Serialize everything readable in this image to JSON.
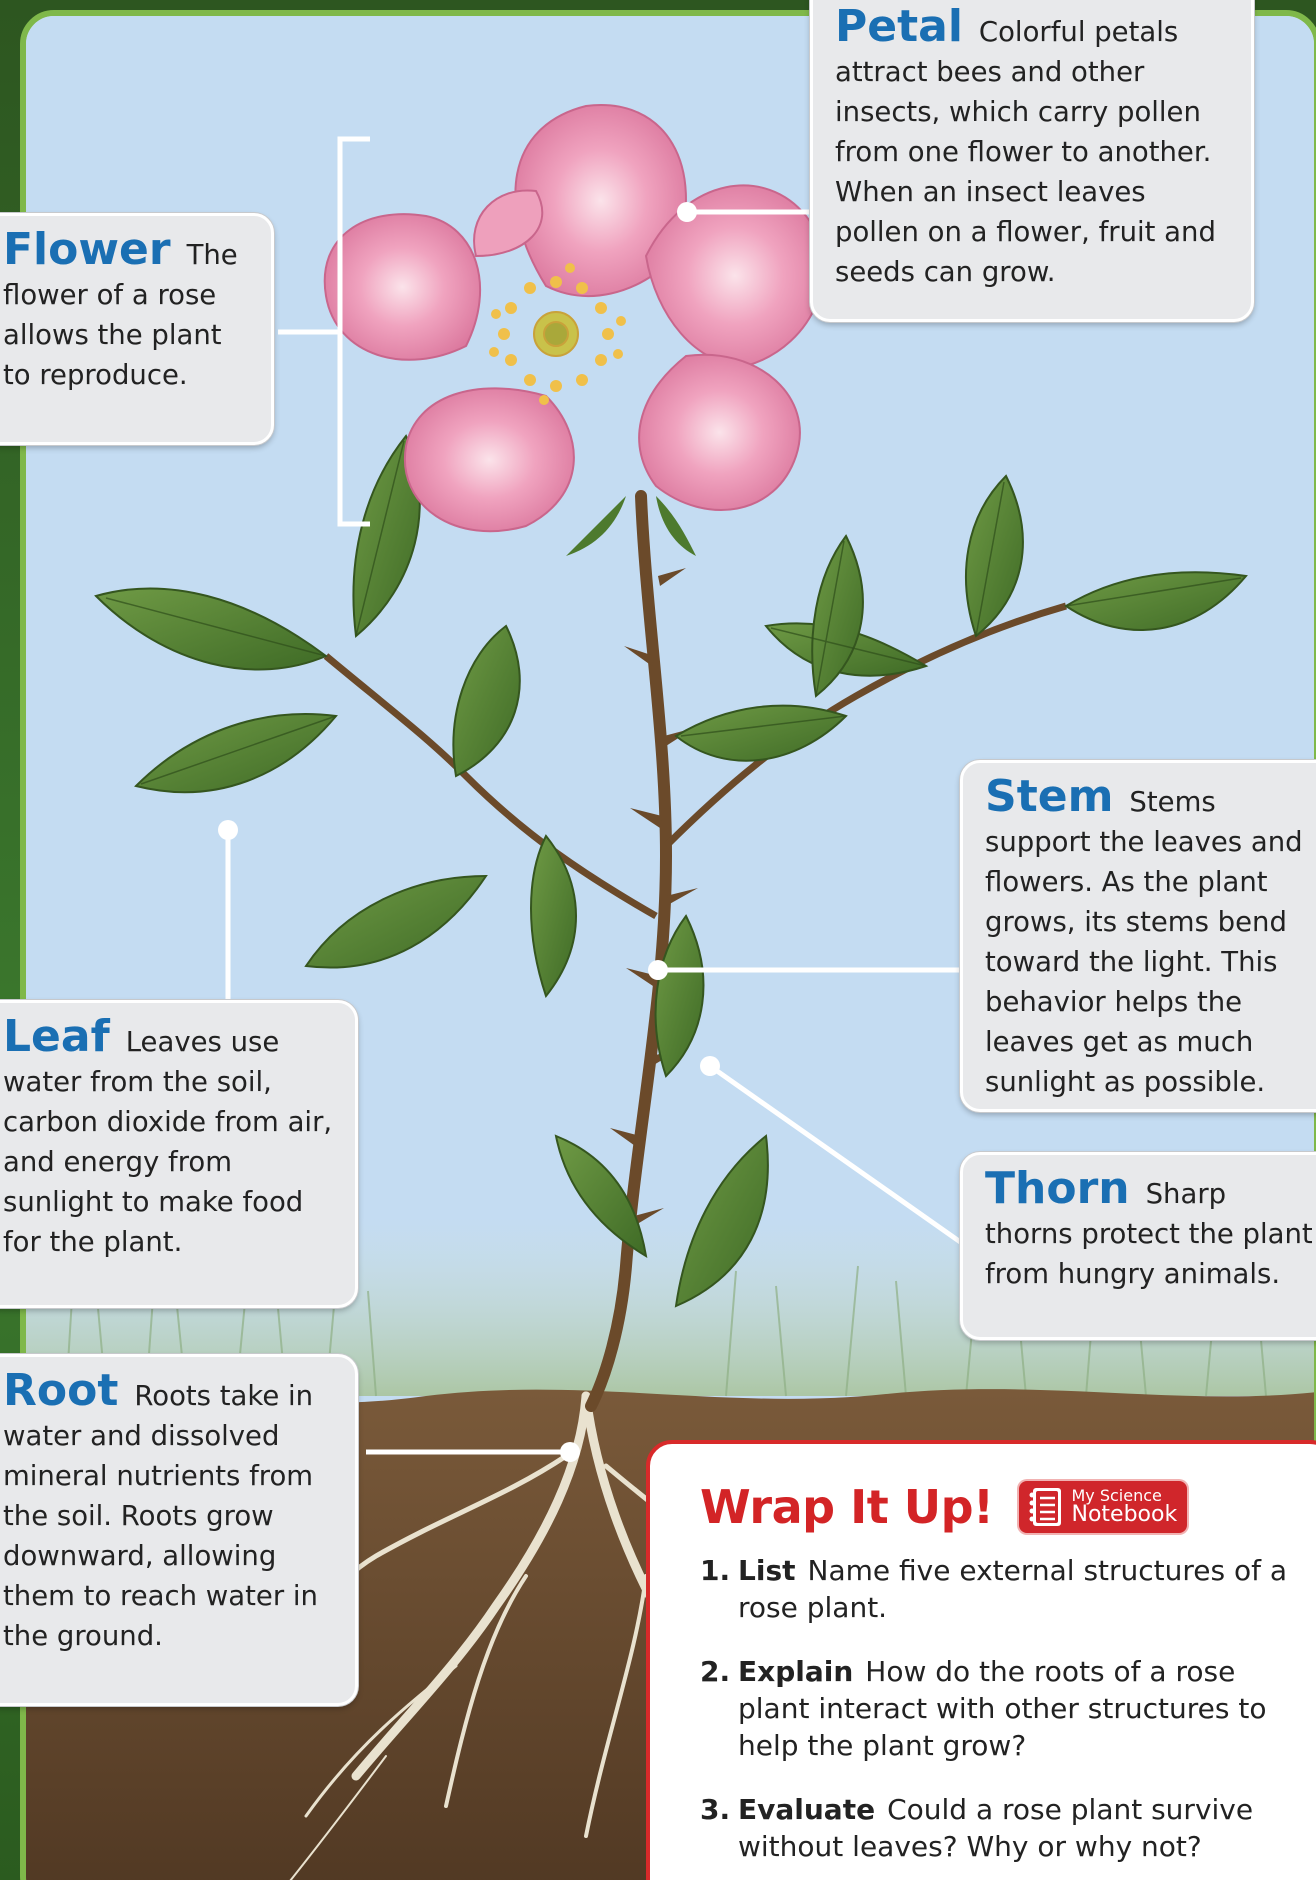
{
  "callouts": {
    "petal": {
      "term": "Petal",
      "text": "Colorful petals attract bees and other insects, which carry pollen from one flower to another. When an insect leaves pollen on a flower, fruit and seeds can grow."
    },
    "flower": {
      "term": "Flower",
      "text": "The flower of a rose allows the plant to reproduce."
    },
    "stem": {
      "term": "Stem",
      "text": "Stems support the leaves and flowers. As the plant grows, its stems bend toward the light. This behavior helps the leaves get as much sunlight as possible."
    },
    "leaf": {
      "term": "Leaf",
      "text": "Leaves use water from the soil, carbon dioxide from air, and energy from sunlight to make food for the plant."
    },
    "thorn": {
      "term": "Thorn",
      "text": "Sharp thorns protect the plant from hungry animals."
    },
    "root": {
      "term": "Root",
      "text": "Roots take in water and dissolved mineral nutrients from the soil. Roots grow downward, allowing them to reach water in the ground."
    }
  },
  "wrap_up": {
    "title": "Wrap It Up!",
    "notebook_line1": "My Science",
    "notebook_line2": "Notebook",
    "questions": [
      {
        "number": "1.",
        "term": "List",
        "text": "Name five external structures of a rose plant."
      },
      {
        "number": "2.",
        "term": "Explain",
        "text": "How do the roots of a rose plant interact with other structures to help the plant grow?"
      },
      {
        "number": "3.",
        "term": "Evaluate",
        "text": "Could a rose plant survive without leaves? Why or why not?"
      }
    ]
  },
  "colors": {
    "term_blue": "#1a6fb3",
    "wrap_red": "#d32426",
    "panel_border_green": "#7fb84a",
    "petal_pink": "#e98fb0"
  },
  "illustration": {
    "subject": "rose plant",
    "parts": [
      "flower",
      "petals",
      "stamens",
      "stem",
      "thorns",
      "leaves",
      "roots",
      "soil",
      "sky",
      "grass"
    ]
  }
}
